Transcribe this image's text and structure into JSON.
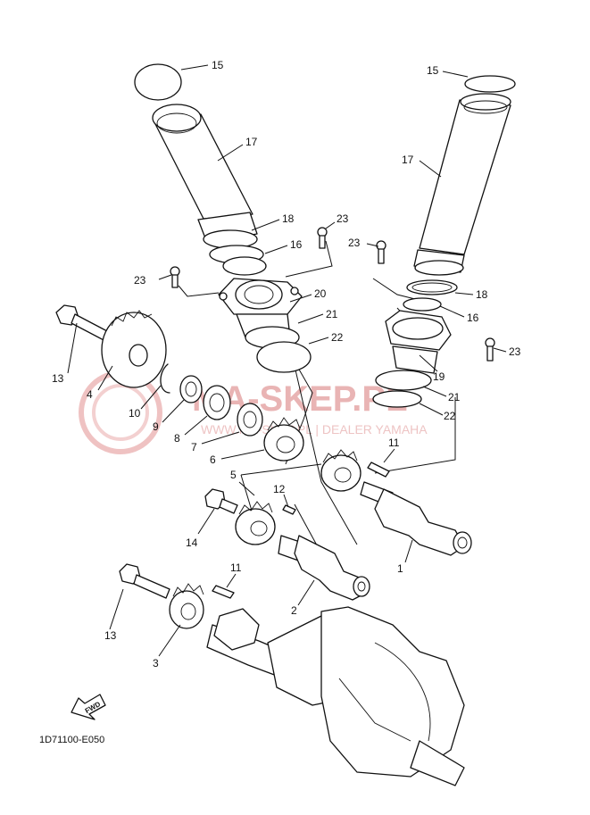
{
  "diagram": {
    "code": "1D71100-E050",
    "fwd_label": "FWD",
    "watermark": {
      "main": "MA-SKEP.PL",
      "sub": "WWW.MA-SKEP.PL | DEALER YAMAHA"
    },
    "callouts": [
      {
        "id": "c15a",
        "label": "15"
      },
      {
        "id": "c15b",
        "label": "15"
      },
      {
        "id": "c17a",
        "label": "17"
      },
      {
        "id": "c17b",
        "label": "17"
      },
      {
        "id": "c18a",
        "label": "18"
      },
      {
        "id": "c18b",
        "label": "18"
      },
      {
        "id": "c16a",
        "label": "16"
      },
      {
        "id": "c16b",
        "label": "16"
      },
      {
        "id": "c23a",
        "label": "23"
      },
      {
        "id": "c23b",
        "label": "23"
      },
      {
        "id": "c23c",
        "label": "23"
      },
      {
        "id": "c23d",
        "label": "23"
      },
      {
        "id": "c20",
        "label": "20"
      },
      {
        "id": "c21a",
        "label": "21"
      },
      {
        "id": "c21b",
        "label": "21"
      },
      {
        "id": "c22a",
        "label": "22"
      },
      {
        "id": "c22b",
        "label": "22"
      },
      {
        "id": "c19",
        "label": "19"
      },
      {
        "id": "c13a",
        "label": "13"
      },
      {
        "id": "c13b",
        "label": "13"
      },
      {
        "id": "c4",
        "label": "4"
      },
      {
        "id": "c10",
        "label": "10"
      },
      {
        "id": "c9",
        "label": "9"
      },
      {
        "id": "c8",
        "label": "8"
      },
      {
        "id": "c7",
        "label": "7"
      },
      {
        "id": "c6",
        "label": "6"
      },
      {
        "id": "c5",
        "label": "5"
      },
      {
        "id": "c11a",
        "label": "11"
      },
      {
        "id": "c11b",
        "label": "11"
      },
      {
        "id": "c12",
        "label": "12"
      },
      {
        "id": "c14",
        "label": "14"
      },
      {
        "id": "c1",
        "label": "1"
      },
      {
        "id": "c2",
        "label": "2"
      },
      {
        "id": "c3",
        "label": "3"
      }
    ]
  }
}
